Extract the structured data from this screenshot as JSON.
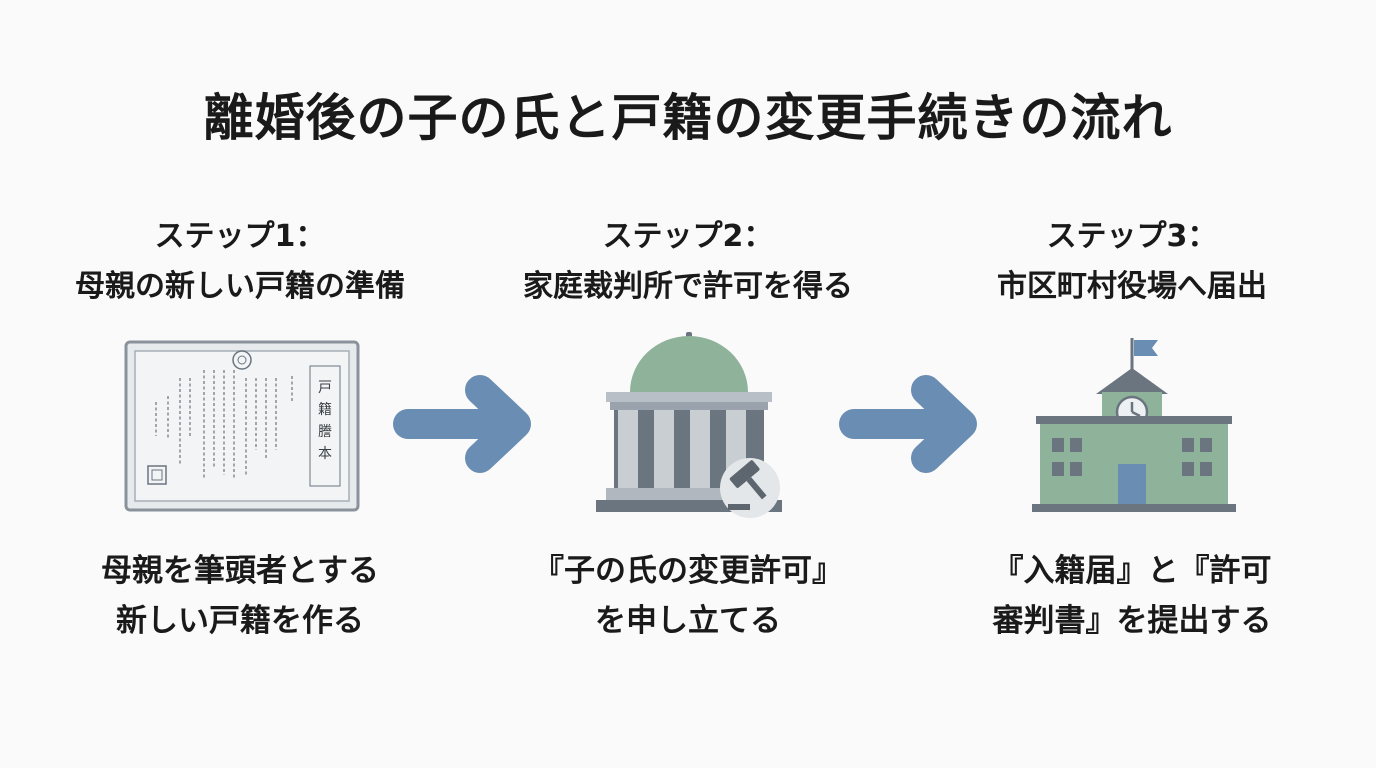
{
  "title": "離婚後の子の氏と戸籍の変更手続きの流れ",
  "steps": [
    {
      "label": "ステップ1：",
      "heading": "母親の新しい戸籍の準備",
      "description_line1": "母親を筆頭者とする",
      "description_line2": "新しい戸籍を作る",
      "icon": "family-register-document-icon"
    },
    {
      "label": "ステップ2：",
      "heading": "家庭裁判所で許可を得る",
      "description_line1": "『子の氏の変更許可』",
      "description_line2": "を申し立てる",
      "icon": "courthouse-gavel-icon"
    },
    {
      "label": "ステップ3：",
      "heading": "市区町村役場へ届出",
      "description_line1": "『入籍届』と『許可",
      "description_line2": "審判書』を提出する",
      "icon": "city-hall-icon"
    }
  ],
  "document": {
    "title": "戸籍謄本"
  },
  "colors": {
    "arrow": "#6a8db3",
    "dome": "#8fb39a",
    "building": "#8fb39a",
    "stone": "#9aa3ad",
    "dark_stone": "#6b7580",
    "paper": "#eef1f3",
    "flag": "#6a8db3"
  }
}
